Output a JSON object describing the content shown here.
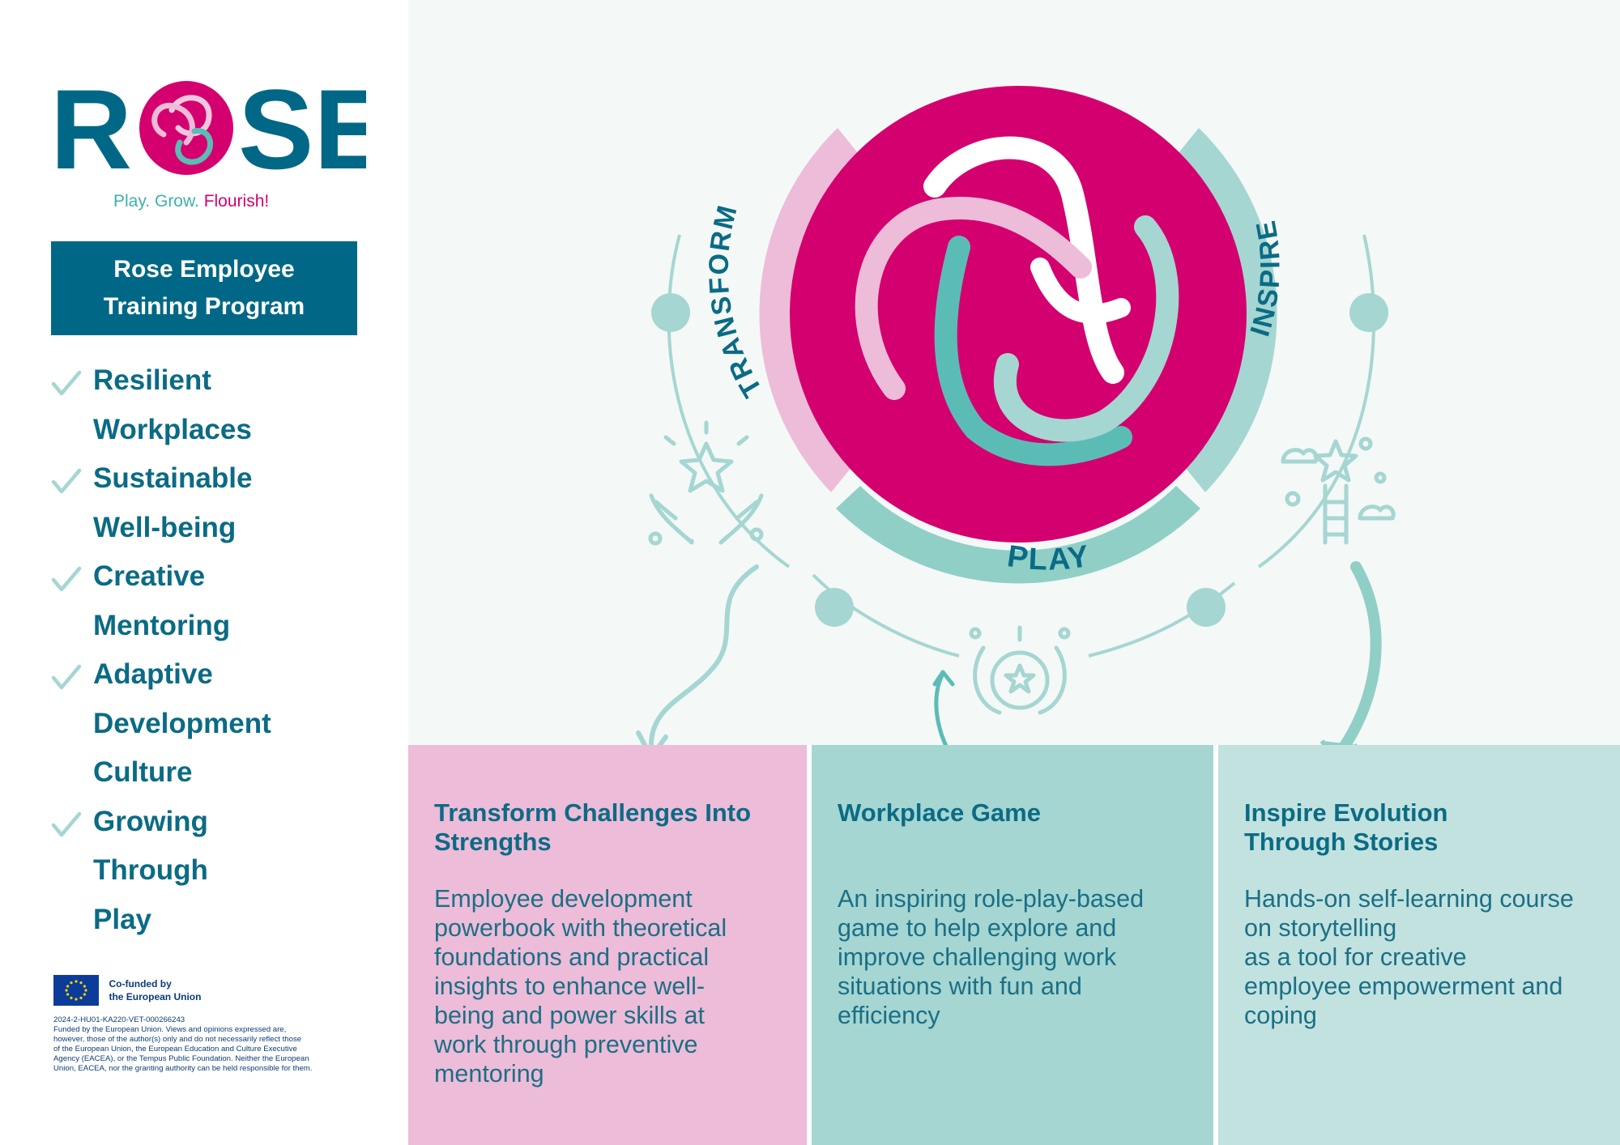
{
  "brand": {
    "logo_text": "ROSE",
    "tagline_play": "Play.",
    "tagline_grow": "Grow.",
    "tagline_flourish": "Flourish!"
  },
  "program": {
    "title_lines": [
      "Rose Employee",
      "Training Program"
    ]
  },
  "checklist": [
    {
      "lines": [
        "Resilient",
        "Workplaces"
      ]
    },
    {
      "lines": [
        "Sustainable",
        "Well-being"
      ]
    },
    {
      "lines": [
        "Creative",
        "Mentoring"
      ]
    },
    {
      "lines": [
        "Adaptive",
        "Development",
        "Culture"
      ]
    },
    {
      "lines": [
        "Growing",
        "Through",
        "Play"
      ]
    }
  ],
  "diagram": {
    "label_transform": "TRANSFORM",
    "label_inspire": "INSPIRE",
    "label_play": "PLAY"
  },
  "panels": {
    "transform": {
      "title_lines": [
        "Transform Challenges Into",
        "Strengths"
      ],
      "body_lines": [
        "Employee development",
        "powerbook with theoretical",
        "foundations and practical",
        "insights to enhance well-",
        "being and power skills at",
        "work through preventive",
        "mentoring"
      ]
    },
    "game": {
      "title_lines": [
        "Workplace Game"
      ],
      "body_lines": [
        "An inspiring role-play-based",
        "game to help explore and",
        "improve challenging work",
        "situations with fun and",
        "efficiency"
      ]
    },
    "inspire": {
      "title_lines": [
        "Inspire Evolution",
        "Through Stories"
      ],
      "body_lines": [
        "Hands-on self-learning course",
        "on storytelling",
        "as a tool for creative",
        "employee empowerment and",
        "coping"
      ]
    }
  },
  "eu": {
    "funded_lines": [
      "Co-funded by",
      "the European Union"
    ],
    "disclaimer_lines": [
      "2024-2-HU01-KA220-VET-000266243",
      "Funded by the European Union. Views and opinions expressed are,",
      "however, those of the author(s) only and do not necessarily reflect those",
      "of the European Union, the European Education and Culture Executive",
      "Agency (EACEA), or the Tempus Public Foundation. Neither the European",
      "Union, EACEA, nor the granting authority can be held responsible for them."
    ]
  },
  "colors": {
    "magenta": "#d4006f",
    "teal_dark": "#006886",
    "teal_light": "#a5d6d2",
    "pink_light": "#edbcd8",
    "mint": "#c2e2df"
  }
}
